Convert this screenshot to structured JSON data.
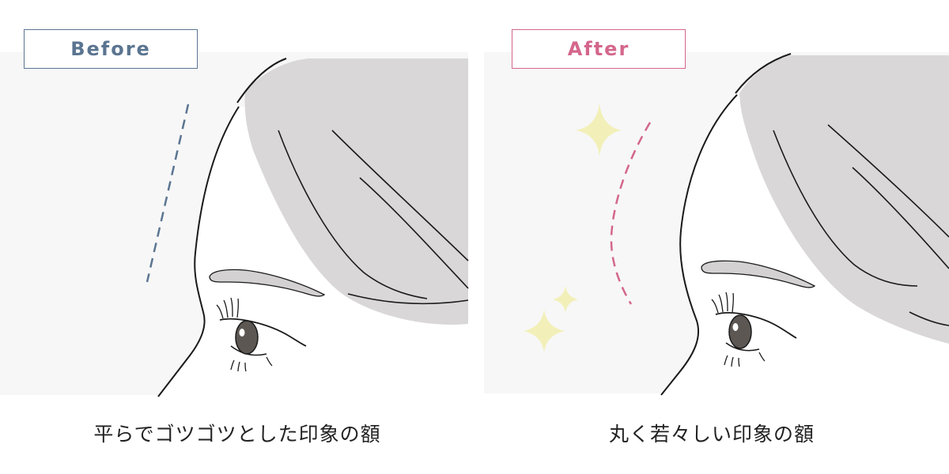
{
  "before": {
    "label": "Before",
    "caption": "平らでゴツゴツとした印象の額",
    "guide_color": "#5b7591"
  },
  "after": {
    "label": "After",
    "caption": "丸く若々しい印象の額",
    "guide_color": "#d4668c",
    "sparkle_color": "#f2f0b8"
  },
  "colors": {
    "background_tint": "#f7f7f7",
    "hair": "#d9d7d7",
    "skin": "#ffffff",
    "line": "#1a1a1a",
    "eyebrow": "#d3d1d1",
    "iris": "#5c5752"
  }
}
